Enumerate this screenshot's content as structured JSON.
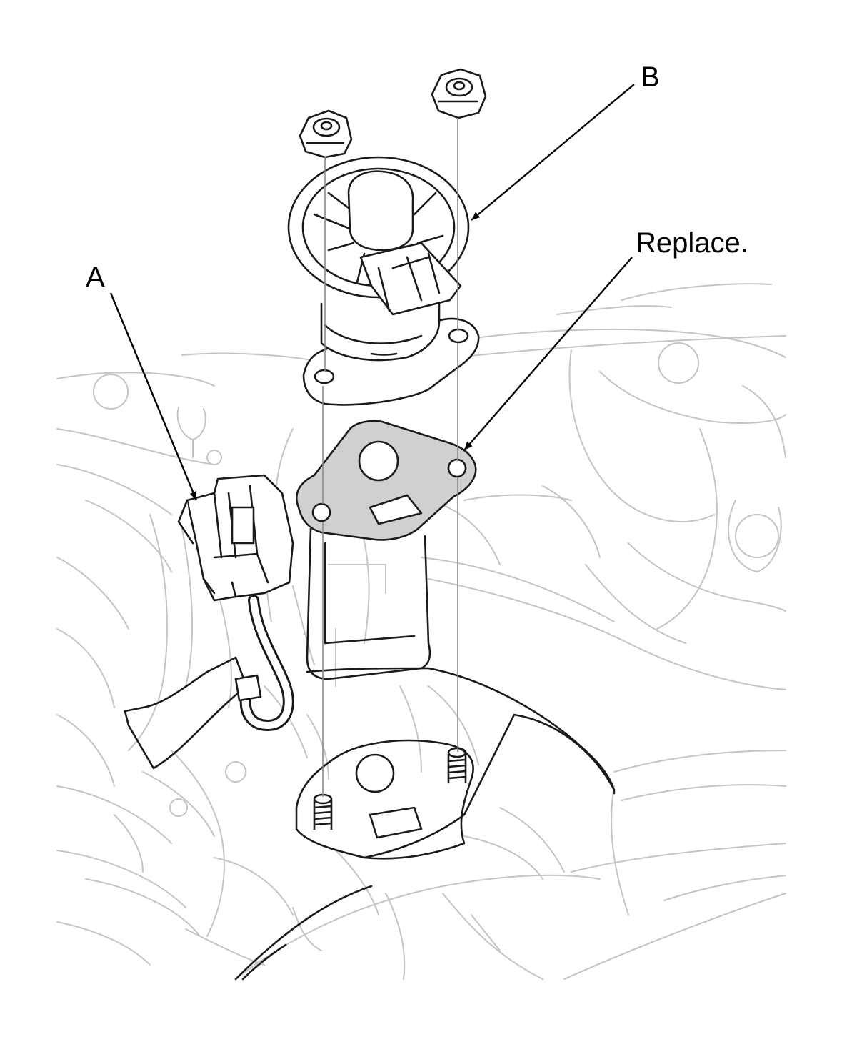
{
  "callouts": {
    "a": "A",
    "b": "B",
    "replace": "Replace."
  },
  "colors": {
    "ink": "#000000",
    "background_linework": "#c8c8c8",
    "part_outline": "#1a1a1a",
    "gasket_fill": "#d0d0d0"
  }
}
